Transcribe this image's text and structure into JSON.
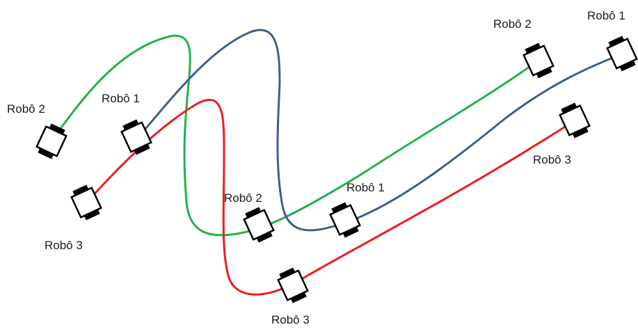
{
  "colors": {
    "robot1_path": "#3d5f8a",
    "robot2_path": "#22b14c",
    "robot3_path": "#ee1c1c",
    "robot_body": "#000000",
    "background": "#ffffff"
  },
  "robots": [
    {
      "id": "robot2-start",
      "label": "Robô 2",
      "path": "robot2"
    },
    {
      "id": "robot1-start",
      "label": "Robô 1",
      "path": "robot1"
    },
    {
      "id": "robot3-start",
      "label": "Robô 3",
      "path": "robot3"
    },
    {
      "id": "robot2-mid",
      "label": "Robô 2",
      "path": "robot2"
    },
    {
      "id": "robot1-mid",
      "label": "Robô 1",
      "path": "robot1"
    },
    {
      "id": "robot3-mid",
      "label": "Robô 3",
      "path": "robot3"
    },
    {
      "id": "robot2-end",
      "label": "Robô 2",
      "path": "robot2"
    },
    {
      "id": "robot1-end",
      "label": "Robô 1",
      "path": "robot1"
    },
    {
      "id": "robot3-end",
      "label": "Robô 3",
      "path": "robot3"
    }
  ],
  "icons": {
    "robot": "robot-icon"
  }
}
